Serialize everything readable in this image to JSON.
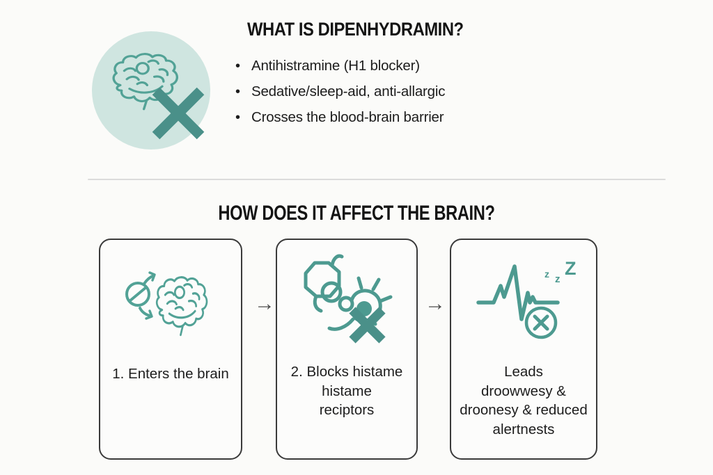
{
  "colors": {
    "teal_stroke": "#52a296",
    "teal_bold": "#4a9089",
    "teal_light_circle": "#cfe5e0",
    "text": "#1d1d1d",
    "card_border": "#3a3a3a",
    "divider": "#dbdbdb",
    "background": "#fbfbf9"
  },
  "icons": {
    "intro": "brain-crossed-out-icon",
    "card1": "pill-entering-brain-icon",
    "card2": "molecule-blocked-receptor-icon",
    "card3": "ecg-sleep-crossed-icon"
  },
  "intro": {
    "title": "WHAT IS DIPENHYDRAMIN?",
    "bullet_char": "•",
    "bullets": [
      "Antihistramine (H1 blocker)",
      "Sedative/sleep-aid, anti-allargic",
      "Crosses the blood-brain barrier"
    ]
  },
  "flow": {
    "title": "HOW DOES IT AFFECT THE BRAIN?",
    "arrow_char": "→",
    "cards": [
      {
        "lines": [
          "1. Enters the brain"
        ]
      },
      {
        "lines": [
          "2. Blocks histame",
          "histame",
          "reciptors"
        ]
      },
      {
        "zzz": [
          "z",
          "z",
          "Z"
        ],
        "lines": [
          "Leads",
          "droowwesy &",
          "droonesy & reduced",
          "alertnests"
        ]
      }
    ]
  }
}
